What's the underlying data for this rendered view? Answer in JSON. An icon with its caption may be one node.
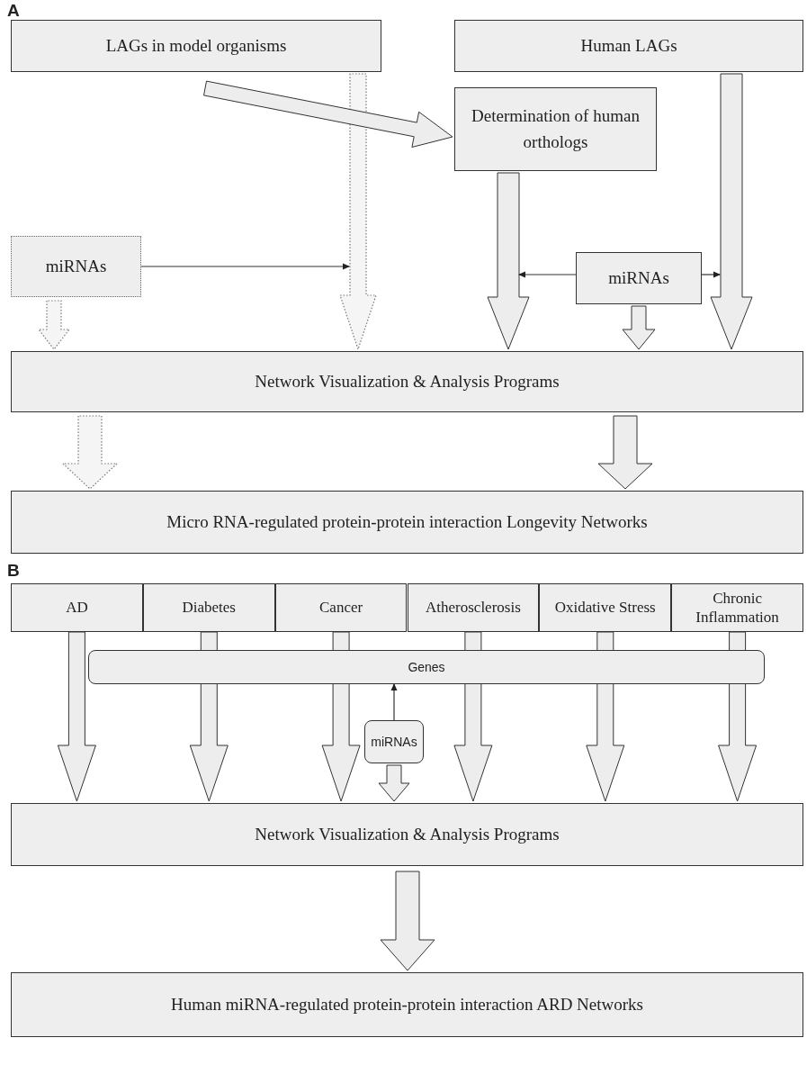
{
  "diagram": {
    "nodes": [
      {
        "text": [
          "LAGs in model organisms"
        ]
      },
      {
        "text": [
          "Human LAGs"
        ]
      },
      {
        "text": [
          "Determination of human orthologs"
        ]
      },
      {
        "text": [
          "miRNAs"
        ]
      },
      {
        "text": [
          "miRNAs"
        ]
      },
      {
        "text": [
          "Network Visualization & Analysis Programs"
        ]
      },
      {
        "text": [
          "Micro RNA-regulated protein-protein interaction Longevity Networks"
        ]
      },
      {
        "text": [
          "AD"
        ]
      },
      {
        "text": [
          "Diabetes"
        ]
      },
      {
        "text": [
          "Cancer"
        ]
      },
      {
        "text": [
          "Atherosclerosis"
        ]
      },
      {
        "text": [
          "Oxidative Stress"
        ]
      },
      {
        "text": [
          "Chronic Inflammation"
        ]
      },
      {
        "text": [
          "Genes"
        ]
      },
      {
        "text": [
          "miRNAs"
        ]
      },
      {
        "text": [
          "Network Visualization & Analysis Programs"
        ]
      },
      {
        "text": [
          "Human miRNA-regulated protein-protein interaction ARD Networks"
        ]
      }
    ],
    "edges": [
      {
        "from": 0,
        "to": 5,
        "arrow": "to",
        "style": "dashed"
      },
      {
        "from": 0,
        "to": 2,
        "arrow": "to",
        "style": "thick"
      },
      {
        "from": 3,
        "to": 5,
        "arrow": "to",
        "style": "dashed"
      },
      {
        "from": 3,
        "to": null,
        "arrow": "to"
      },
      {
        "from": 2,
        "to": 5,
        "arrow": "to",
        "style": "thick"
      },
      {
        "from": 4,
        "to": null,
        "arrow": "to"
      },
      {
        "from": 4,
        "to": null,
        "arrow": "to"
      },
      {
        "from": 4,
        "to": 5,
        "arrow": "to",
        "style": "thick"
      },
      {
        "from": 1,
        "to": 5,
        "arrow": "to",
        "style": "thick"
      },
      {
        "from": 5,
        "to": 6,
        "arrow": "to",
        "style": "dashed"
      },
      {
        "from": 5,
        "to": 6,
        "arrow": "to",
        "style": "thick"
      },
      {
        "from": 7,
        "to": 15,
        "arrow": "to",
        "style": "thick"
      },
      {
        "from": 8,
        "to": 15,
        "arrow": "to",
        "style": "thick"
      },
      {
        "from": 9,
        "to": 15,
        "arrow": "to",
        "style": "thick"
      },
      {
        "from": 10,
        "to": 15,
        "arrow": "to",
        "style": "thick"
      },
      {
        "from": 11,
        "to": 15,
        "arrow": "to",
        "style": "thick"
      },
      {
        "from": 12,
        "to": 15,
        "arrow": "to",
        "style": "thick"
      },
      {
        "from": 14,
        "to": 13,
        "arrow": "to"
      },
      {
        "from": 14,
        "to": 15,
        "arrow": "to",
        "style": "thick"
      },
      {
        "from": 15,
        "to": 16,
        "arrow": "to",
        "style": "thick"
      }
    ],
    "labels": [
      "A",
      "B"
    ]
  }
}
